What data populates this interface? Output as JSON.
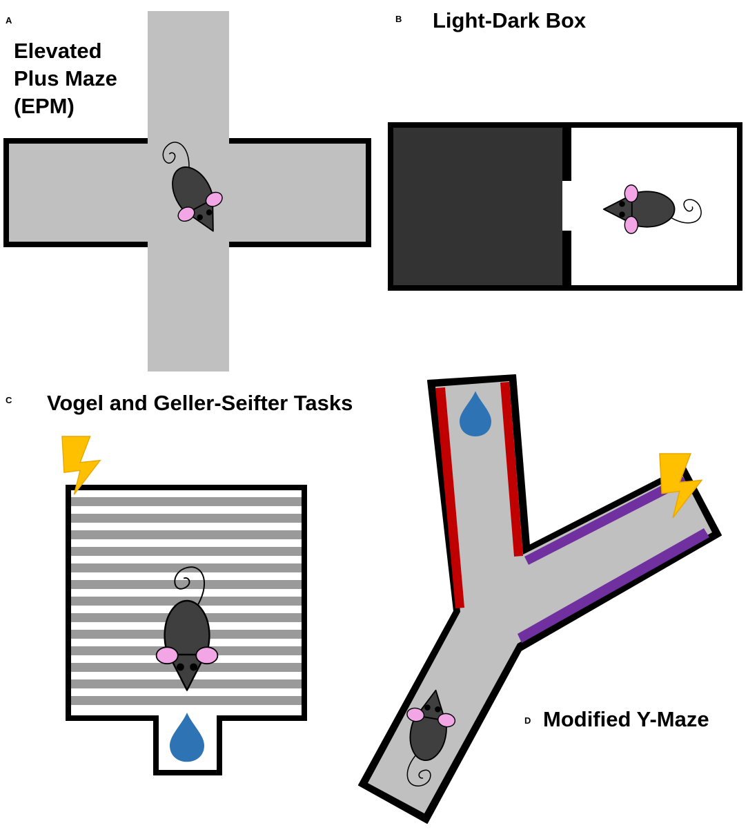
{
  "panels": {
    "a": {
      "letter": "A",
      "title_lines": [
        "Elevated",
        "Plus Maze",
        "(EPM)"
      ]
    },
    "b": {
      "letter": "B",
      "title": "Light-Dark Box"
    },
    "c": {
      "letter": "C",
      "title": "Vogel and Geller-Seifter Tasks"
    },
    "d": {
      "letter": "D",
      "title": "Modified Y-Maze"
    }
  },
  "colors": {
    "maze_gray": "#c0c0c0",
    "dark_box": "#333333",
    "mouse_body": "#3f3f3f",
    "mouse_ear": "#f2a6e6",
    "water_drop": "#2e74b5",
    "lightning": "#ffc000",
    "bar_gray": "#9a9a9a",
    "red_wall": "#c00000",
    "purple_wall": "#7030a0"
  },
  "icons": [
    "mouse-icon",
    "water-drop-icon",
    "lightning-icon"
  ]
}
